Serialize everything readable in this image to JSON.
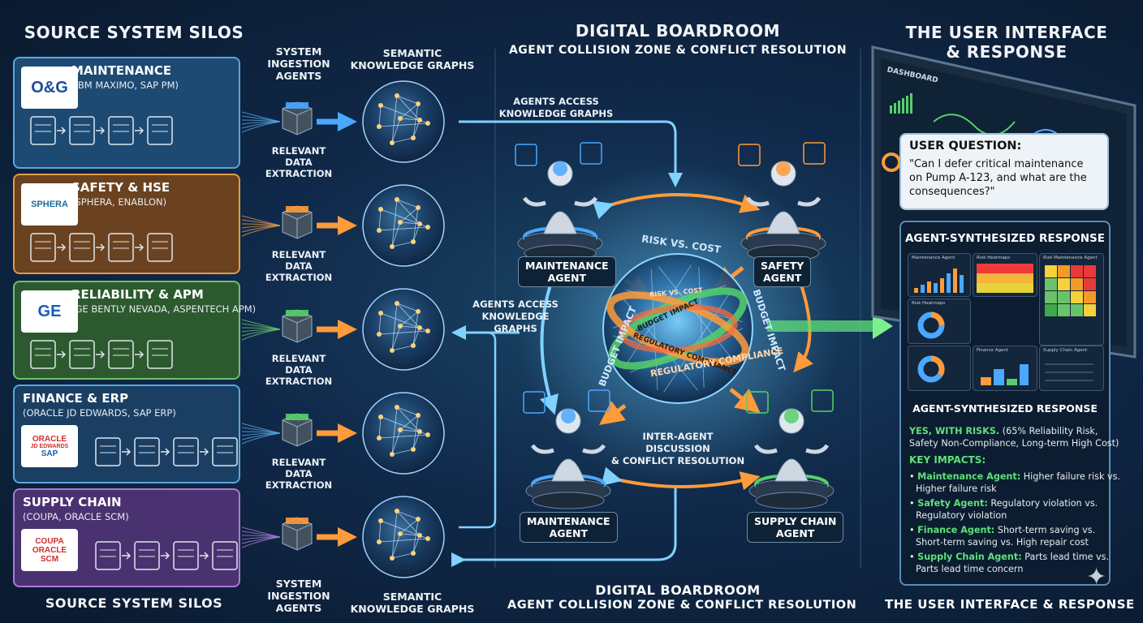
{
  "headers": {
    "left_top": "SOURCE SYSTEM SILOS",
    "left_bottom": "SOURCE SYSTEM SILOS",
    "center_top": "DIGITAL BOARDROOM",
    "center_top_sub": "AGENT COLLISION ZONE & CONFLICT RESOLUTION",
    "center_bottom": "DIGITAL BOARDROOM",
    "center_bottom_sub": "AGENT COLLISION ZONE & CONFLICT RESOLUTION",
    "right_top_1": "THE USER INTERFACE",
    "right_top_2": "& RESPONSE",
    "right_bottom": "THE USER INTERFACE & RESPONSE"
  },
  "ingestion": {
    "top": [
      "SYSTEM",
      "INGESTION",
      "AGENTS"
    ],
    "bottom": [
      "SYSTEM",
      "INGESTION",
      "AGENTS"
    ],
    "extraction": [
      "RELEVANT DATA",
      "EXTRACTION"
    ]
  },
  "graphs": {
    "top": [
      "SEMANTIC",
      "KNOWLEDGE GRAPHS"
    ],
    "bottom": [
      "SEMANTIC",
      "KNOWLEDGE GRAPHS"
    ]
  },
  "silos": [
    {
      "title": "MAINTENANCE",
      "subtitle": "(IBM MAXIMO, SAP PM)",
      "logo": "O&G",
      "color": "#5aa6e0",
      "fill": "#1d4a72"
    },
    {
      "title": "SAFETY & HSE",
      "subtitle": "(SPHERA, ENABLON)",
      "logo": "SPHERA",
      "color": "#e09a4a",
      "fill": "#6b4220"
    },
    {
      "title": "RELIABILITY & APM",
      "subtitle": "(GE BENTLY NEVADA, ASPENTECH APM)",
      "logo": "GE",
      "color": "#6cc26a",
      "fill": "#2c5a2e"
    },
    {
      "title": "FINANCE & ERP",
      "subtitle": "(ORACLE JD EDWARDS, SAP ERP)",
      "logo_lines": [
        "ORACLE",
        "JD EDWARDS",
        "SAP"
      ],
      "color": "#5aa6e0",
      "fill": "#1a3f63"
    },
    {
      "title": "SUPPLY CHAIN",
      "subtitle": "(COUPA, ORACLE SCM)",
      "logo_lines": [
        "COUPA",
        "ORACLE",
        "SCM"
      ],
      "color": "#a77ad6",
      "fill": "#4a3270"
    }
  ],
  "boardroom": {
    "access_top": [
      "AGENTS ACCESS",
      "KNOWLEDGE GRAPHS"
    ],
    "access_mid": [
      "AGENTS ACCESS",
      "KNOWLEDGE GRAPHS"
    ],
    "agents": [
      {
        "label": [
          "MAINTENANCE",
          "AGENT"
        ],
        "color": "#4aa8ff"
      },
      {
        "label": [
          "SAFETY",
          "AGENT"
        ],
        "color": "#ff9b3a"
      },
      {
        "label": [
          "MAINTENANCE",
          "AGENT"
        ],
        "color": "#4aa8ff"
      },
      {
        "label": [
          "SUPPLY CHAIN",
          "AGENT"
        ],
        "color": "#56d06a"
      }
    ],
    "sphere_labels": {
      "risk": "RISK VS. COST",
      "budget_left": "BUDGET IMPACT",
      "budget_right": "BUDGET IMPACT",
      "regulatory": "REGULATORY COMPLIANCE",
      "ring_budget": "BUDGET IMPACT",
      "ring_cost": "RISK VS. COST",
      "ring_compliance": "REGULATORY COMPLIANCE"
    },
    "discussion": [
      "INTER-AGENT DISCUSSION",
      "& CONFLICT RESOLUTION"
    ]
  },
  "ui": {
    "dashboard_title": "DASHBOARD",
    "question_label": "USER QUESTION:",
    "question_text": [
      "\"Can I defer critical maintenance",
      "on Pump A-123, and what are the",
      "consequences?\""
    ],
    "response_title": "AGENT-SYNTHESIZED RESPONSE",
    "response_title_2": "AGENT-SYNTHESIZED RESPONSE",
    "tiles": [
      "Maintenance Agent",
      "Risk Heatmaps",
      "Risk Maintenance Agent",
      "Risk Heatmaps",
      "Finance Agent",
      "Supply Chain Agent"
    ],
    "answer": {
      "lead": "YES, WITH RISKS.",
      "line1_rest": " (65% Reliability Risk,",
      "line2": "Safety Non-Compliance, Long-term High Cost)"
    },
    "impacts_label": "KEY IMPACTS:",
    "impacts": [
      {
        "agent": "Maintenance Agent:",
        "l1": " Higher failure risk vs.",
        "l2": "Higher failure risk"
      },
      {
        "agent": "Safety Agent:",
        "l1": " Regulatory violation vs.",
        "l2": "Regulatory violation"
      },
      {
        "agent": "Finance Agent:",
        "l1": " Short-term saving vs.",
        "l2": "Short-term saving vs. High repair cost"
      },
      {
        "agent": "Supply Chain Agent:",
        "l1": " Parts lead time vs.",
        "l2": "Parts lead time concern"
      }
    ]
  },
  "colors": {
    "blue": "#4aa8ff",
    "orange": "#ff9b3a",
    "green": "#56d06a",
    "purple": "#a77ad6",
    "cyan": "#7fd3ff"
  }
}
